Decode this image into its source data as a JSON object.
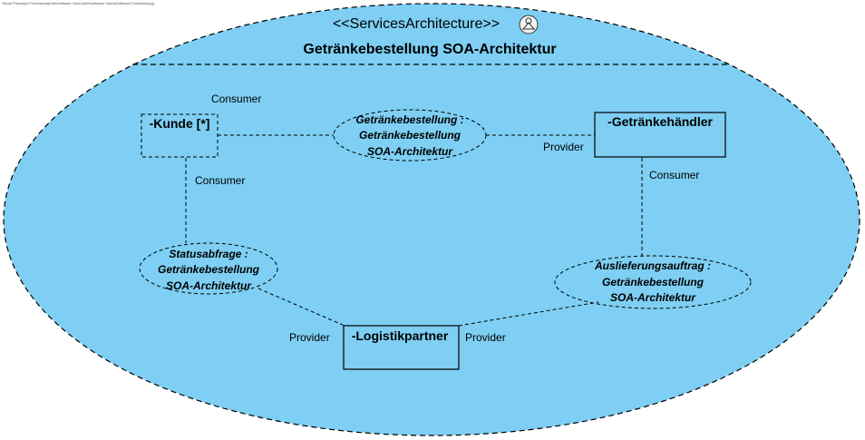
{
  "header_caption": "Visual Paradigm Professional(Intersoftware Vision(Intersoftware Vision(Software Entwicklung)))",
  "boundary": {
    "stereotype": "<<ServicesArchitecture>>",
    "title": "Getränkebestellung SOA-Architektur",
    "fill_color": "#7ECFF3",
    "stroke_color": "#000000"
  },
  "parts": {
    "kunde": "-Kunde [*]",
    "haendler": "-Getränkehändler",
    "logistik": "-Logistikpartner"
  },
  "collaborations": {
    "bestellung": [
      "Getränkebestellung :",
      "Getränkebestellung",
      "SOA-Architektur"
    ],
    "status": [
      "Statusabfrage :",
      "Getränkebestellung",
      "SOA-Architektur"
    ],
    "auslieferung": [
      "Auslieferungsauftrag :",
      "Getränkebestellung",
      "SOA-Architektur"
    ]
  },
  "roles": {
    "kunde_bestellung": "Consumer",
    "bestellung_haendler": "Provider",
    "kunde_status": "Consumer",
    "haendler_auslieferung": "Consumer",
    "status_logistik": "Provider",
    "auslieferung_logistik": "Provider"
  },
  "icons": {
    "stereotype_icon": "services-architecture-icon"
  }
}
